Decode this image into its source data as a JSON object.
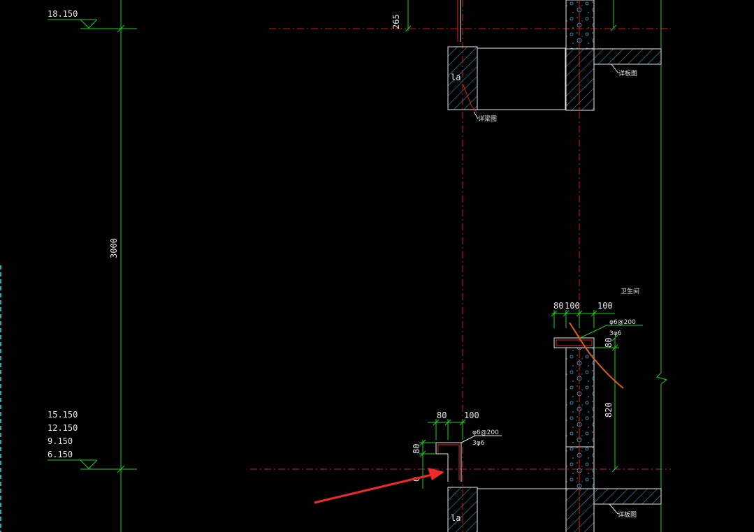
{
  "drawing": {
    "elevations": {
      "top": "18.150",
      "bottom_list": [
        "15.150",
        "12.150",
        "9.150",
        "6.150"
      ]
    },
    "dims": {
      "floor_height": "3000",
      "top_offset": "265",
      "top_dims": [
        "80",
        "100",
        "100"
      ],
      "parapet_height": "820",
      "upturn_height": "80",
      "bottom_dims": [
        "80",
        "100"
      ],
      "bottom_side": "80",
      "bottom_cut": "0"
    },
    "labels": {
      "anchor": "la",
      "rebar_top": "φ6@200",
      "rebar_top_count": "3φ6",
      "rebar_bottom": "φ6@200",
      "rebar_bottom_count": "3φ6",
      "slab_note": "详板图",
      "beam_note": "详梁图",
      "room": "卫生间"
    }
  },
  "colors": {
    "dim_green": "#20d020",
    "text_white": "#e8e8e8",
    "axis_red": "#d01818",
    "hatch_blue": "#3ab4e0",
    "rebar_red": "#e02020",
    "markup_orange": "#e06010",
    "arrow_red": "#ee2a2a"
  }
}
